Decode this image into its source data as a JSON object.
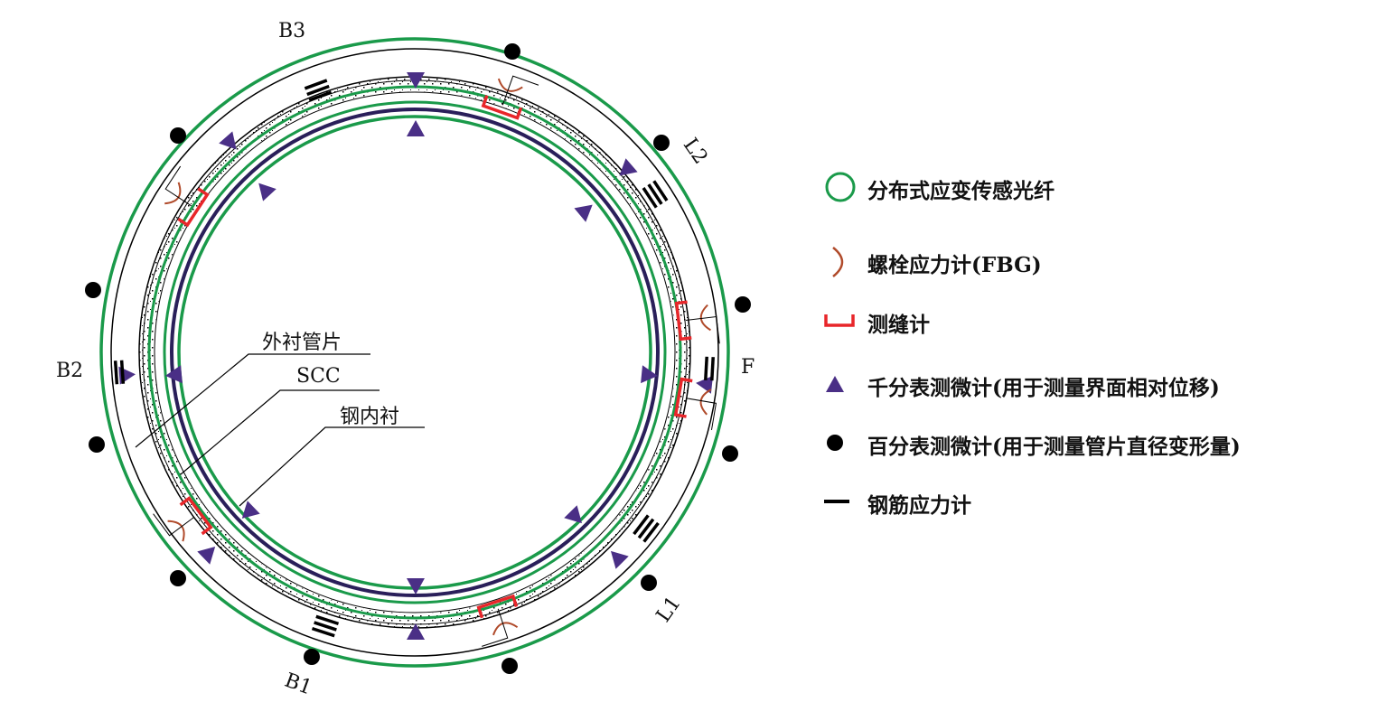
{
  "section_labels": {
    "B3": "B3",
    "L2": "L2",
    "F": "F",
    "B2": "B2",
    "L1": "L1",
    "B1": "B1"
  },
  "layer_labels": {
    "outer_segment": "外衬管片",
    "scc": "SCC",
    "steel_liner": "钢内衬"
  },
  "legend": [
    {
      "icon": "green-circle-icon",
      "label": "分布式应变传感光纤"
    },
    {
      "icon": "bolt-arc-icon",
      "label": "螺栓应力计(FBG)"
    },
    {
      "icon": "red-bracket-icon",
      "label": "测缝计"
    },
    {
      "icon": "purple-triangle-icon",
      "label": "千分表测微计(用于测量界面相对位移)"
    },
    {
      "icon": "black-dot-icon",
      "label": "百分表测微计(用于测量管片直径变形量)"
    },
    {
      "icon": "black-bar-icon",
      "label": "钢筋应力计"
    }
  ],
  "colors": {
    "fiber": "#1a9a4a",
    "gauge": "#e8262a",
    "bolt": "#b04a2a",
    "triangle": "#4a2f86",
    "dot": "#000000",
    "steel": "#2a1f5a"
  }
}
